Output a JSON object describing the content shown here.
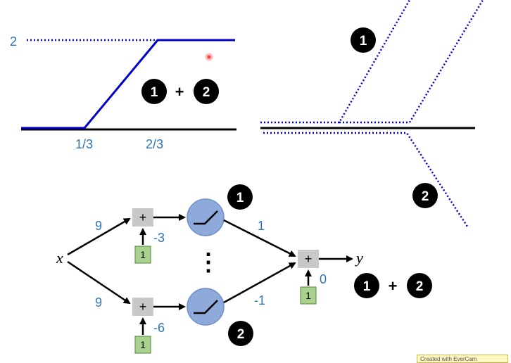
{
  "top_left_plot": {
    "y_level_label": "2",
    "x_tick_1": "1/3",
    "x_tick_2": "2/3",
    "badge_1": "1",
    "plus": "+",
    "badge_2": "2"
  },
  "top_right_plot": {
    "badge_1": "1",
    "badge_2": "2"
  },
  "network": {
    "input_var": "x",
    "output_var": "y",
    "weight_in_top": "9",
    "weight_in_bottom": "9",
    "sum_label": "+",
    "bias_top": "-3",
    "bias_bottom": "-6",
    "bias_out": "0",
    "const_one": "1",
    "weight_out_top": "1",
    "weight_out_bottom": "-1",
    "badge_top": "1",
    "badge_bottom": "2",
    "result_badge_1": "1",
    "result_plus": "+",
    "result_badge_2": "2",
    "ellipsis": "⋮"
  },
  "watermark": {
    "text": "Created with EverCam"
  },
  "colors": {
    "blue_line": "#0000cc",
    "label_blue": "#2e75b6",
    "sum_box": "#c8c8c8",
    "const_box": "#a9d18e",
    "relu_node": "#8eaadb"
  }
}
